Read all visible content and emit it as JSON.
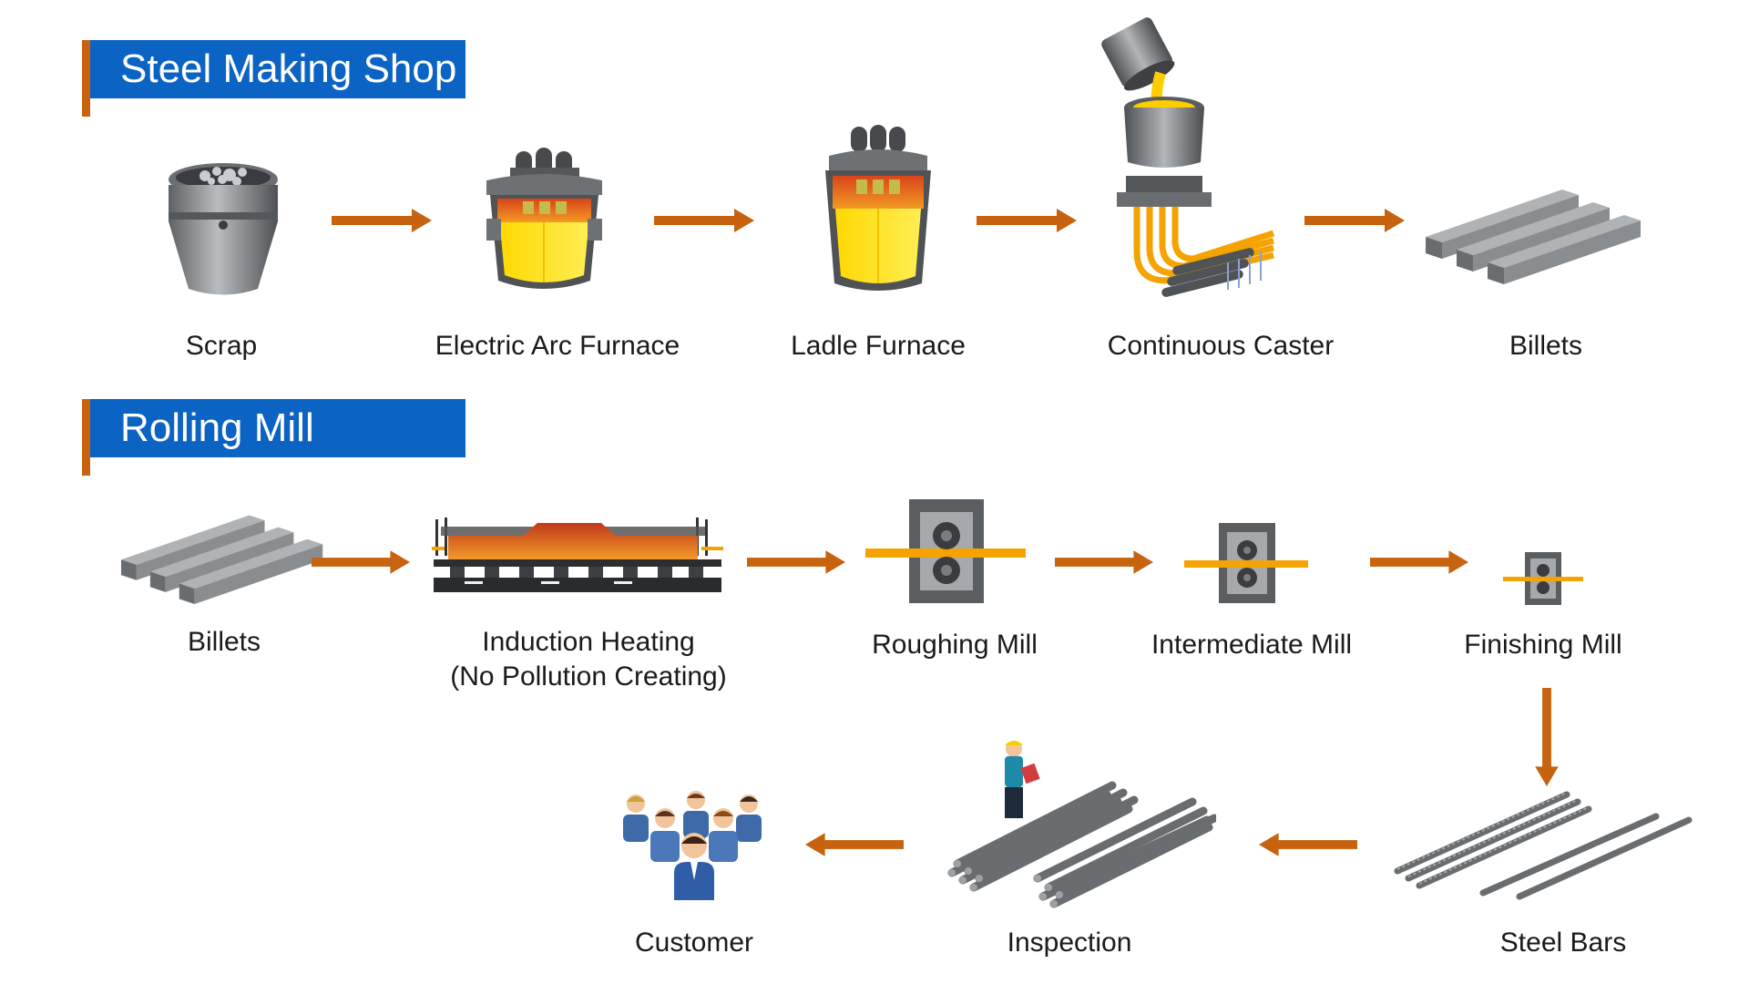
{
  "sections": {
    "steel": {
      "title": "Steel Making Shop"
    },
    "rolling": {
      "title": "Rolling Mill"
    }
  },
  "steel_steps": {
    "scrap": "Scrap",
    "eaf": "Electric Arc Furnace",
    "ladle": "Ladle Furnace",
    "caster": "Continuous Caster",
    "billets": "Billets"
  },
  "rolling_steps": {
    "billets": "Billets",
    "induction_line1": "Induction Heating",
    "induction_line2": "(No Pollution Creating)",
    "roughing": "Roughing Mill",
    "intermediate": "Intermediate Mill",
    "finishing": "Finishing Mill"
  },
  "output_steps": {
    "steel_bars": "Steel Bars",
    "inspection": "Inspection",
    "customer": "Customer"
  },
  "colors": {
    "header_blue": "#0b63c4",
    "accent_orange": "#c7620e",
    "steel_gray": "#7a7d80",
    "molten_yellow": "#ffd400"
  }
}
